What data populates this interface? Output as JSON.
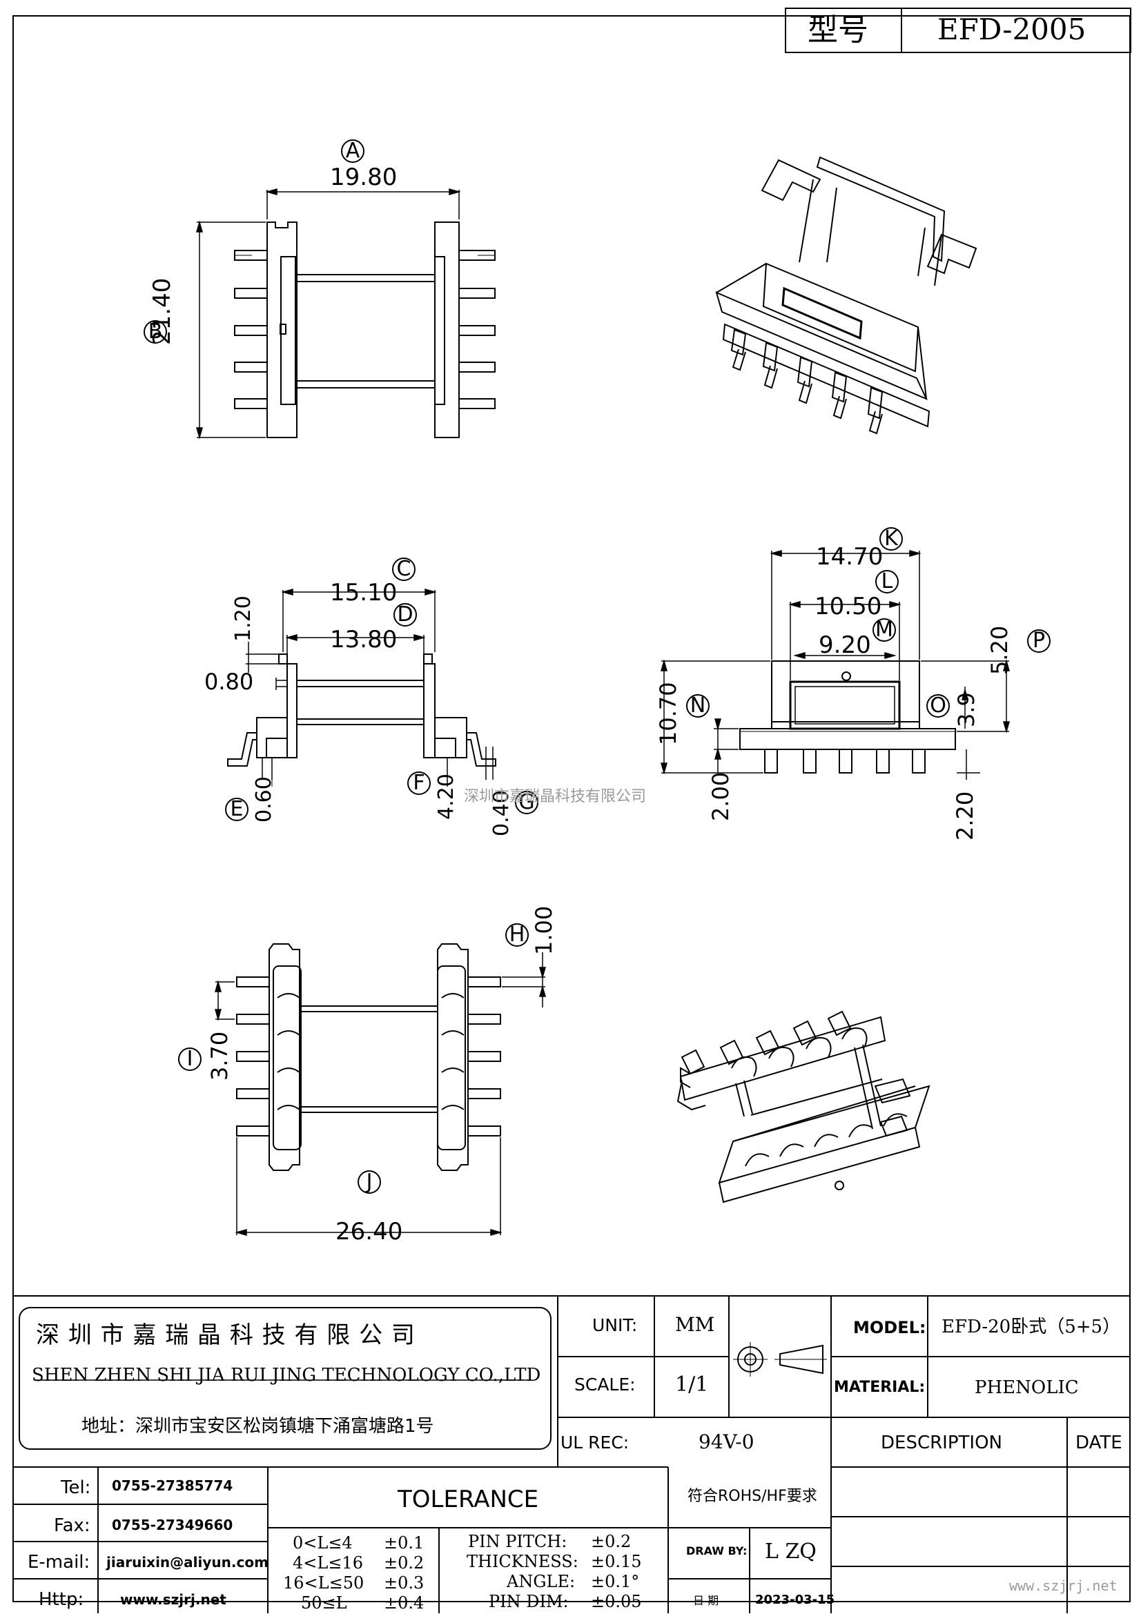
{
  "title_block": {
    "model_label": "型号",
    "model_value": "EFD-2005"
  },
  "top_view": {
    "dim_a": "19.80",
    "dim_b": "21.40",
    "circle_a": "A",
    "circle_b": "B"
  },
  "side_view": {
    "dim_c": "15.10",
    "dim_d": "13.80",
    "dim_120": "1.20",
    "dim_080": "0.80",
    "dim_e": "0.60",
    "dim_f": "4.20",
    "dim_g": "0.40",
    "circle_c": "C",
    "circle_d": "D",
    "circle_e": "E",
    "circle_f": "F",
    "circle_g": "G"
  },
  "front_view": {
    "dim_k": "14.70",
    "dim_l": "10.50",
    "dim_m": "9.20",
    "dim_p": "5.20",
    "dim_o": "3.9",
    "dim_n": "10.70",
    "dim_200": "2.00",
    "dim_220": "2.20",
    "circle_k": "K",
    "circle_l": "L",
    "circle_m": "M",
    "circle_n": "N",
    "circle_o": "O",
    "circle_p": "P"
  },
  "bottom_view": {
    "dim_h": "1.00",
    "dim_i": "3.70",
    "dim_j": "26.40",
    "circle_h": "H",
    "circle_i": "I",
    "circle_j": "J"
  },
  "watermark": "深圳市嘉瑞晶科技有限公司",
  "company": {
    "name_cn": "深 圳 市 嘉 瑞 晶 科 技 有 限 公 司",
    "name_en": "SHEN ZHEN SHI   JIA RUI JING   TECHNOLOGY CO.,LTD",
    "address": "地址：深圳市宝安区松岗镇塘下涌富塘路1号"
  },
  "contacts": [
    {
      "label": "Tel:",
      "value": "0755-27385774"
    },
    {
      "label": "Fax:",
      "value": "0755-27349660"
    },
    {
      "label": "E-mail:",
      "value": "jiaruixin@aliyun.com"
    },
    {
      "label": "Http:",
      "value": "www.szjrj.net"
    }
  ],
  "specs": {
    "unit_label": "UNIT:",
    "unit_value": "MM",
    "scale_label": "SCALE:",
    "scale_value": "1/1",
    "ulrec_label": "UL REC:",
    "ulrec_value": "94V-0",
    "model_label": "MODEL:",
    "model_value": "EFD-20卧式（5+5）",
    "material_label": "MATERIAL:",
    "material_value": "PHENOLIC",
    "description_label": "DESCRIPTION",
    "date_label": "DATE",
    "rohs": "符合ROHS/HF要求",
    "drawby_label": "DRAW BY:",
    "drawby_value": "L ZQ",
    "date_cn_label": "日  期",
    "date_value": "2023-03-15"
  },
  "tolerance": {
    "title": "TOLERANCE",
    "ranges": [
      {
        "range": "0<L≤4",
        "tol": "±0.1"
      },
      {
        "range": "4<L≤16",
        "tol": "±0.2"
      },
      {
        "range": "16<L≤50",
        "tol": "±0.3"
      },
      {
        "range": "50≤L",
        "tol": "±0.4"
      }
    ],
    "others": [
      {
        "name": "PIN PITCH:",
        "tol": "±0.2"
      },
      {
        "name": "THICKNESS:",
        "tol": "±0.15"
      },
      {
        "name": "ANGLE:",
        "tol": "±0.1°"
      },
      {
        "name": "PIN DIM:",
        "tol": "±0.05"
      }
    ]
  },
  "website_footer": "www.szjrj.net"
}
